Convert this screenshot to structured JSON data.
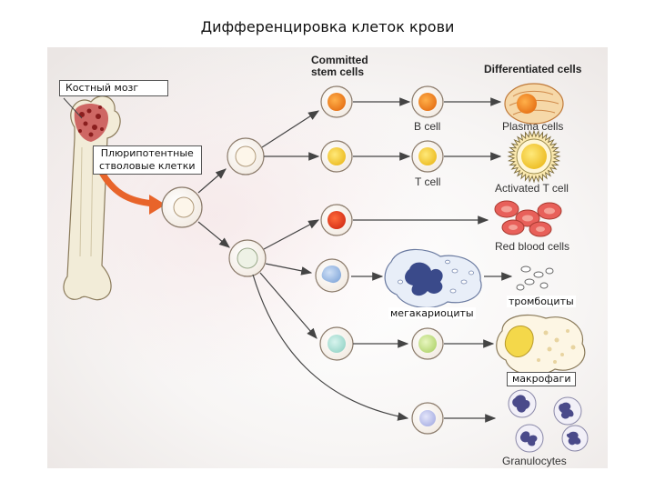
{
  "title": "Дифференцировка клеток крови",
  "headers": {
    "committed": "Committed\nstem cells",
    "differentiated": "Differentiated cells"
  },
  "labels": {
    "bone_marrow": "Костный мозг",
    "pluripotent": "Плюрипотентные\nстволовые клетки",
    "megakaryocytes": "мегакариоциты",
    "thrombocytes": "тромбоциты",
    "macrophages": "макрофаги"
  },
  "cell_labels": {
    "b_cell": "B cell",
    "t_cell": "T cell",
    "plasma": "Plasma cells",
    "activated_t": "Activated T cell",
    "rbc": "Red blood cells",
    "granulocytes": "Granulocytes"
  },
  "colors": {
    "background_gradient_outer": "#f0ecea",
    "cell_membrane": "#ffffff",
    "orange_nucleus": "#f08a2c",
    "yellow_nucleus": "#f5d84a",
    "red_cell": "#e24a2a",
    "blue_nucleus": "#a8c4e8",
    "green_nucleus": "#cfe89a",
    "granulocyte_nucleus": "#4a4a8a",
    "arrow": "#444444",
    "highlight_arrow": "#e8642a"
  }
}
